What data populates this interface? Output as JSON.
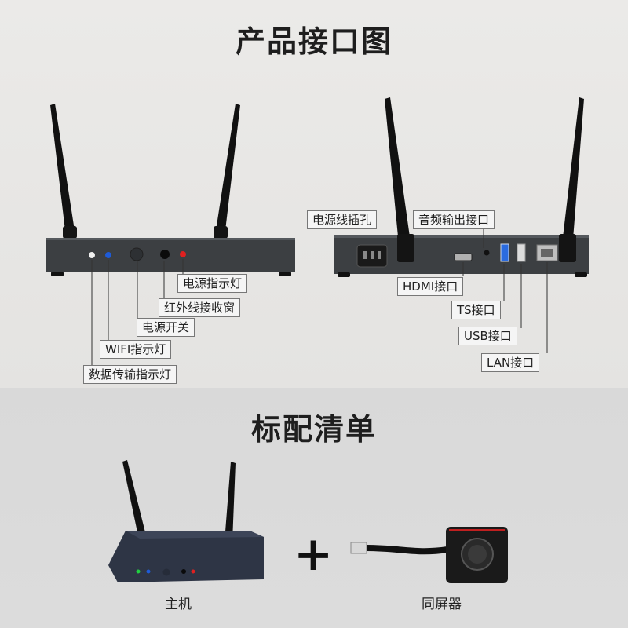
{
  "section1": {
    "title": "产品接口图",
    "front_labels": {
      "power_led": "电源指示灯",
      "ir_window": "红外线接收窗",
      "power_switch": "电源开关",
      "wifi_led": "WIFI指示灯",
      "data_led": "数据传输指示灯"
    },
    "back_labels": {
      "power_socket": "电源线插孔",
      "audio_out": "音频输出接口",
      "hdmi": "HDMI接口",
      "ts": "TS接口",
      "usb": "USB接口",
      "lan": "LAN接口"
    }
  },
  "section2": {
    "title": "标配清单",
    "plus": "+",
    "items": [
      {
        "caption": "主机"
      },
      {
        "caption": "同屏器"
      }
    ]
  },
  "colors": {
    "device_body": "#3c3f42",
    "antenna": "#111111",
    "led_red": "#e02020",
    "led_blue": "#1e5bd8",
    "led_green": "#20d040"
  }
}
